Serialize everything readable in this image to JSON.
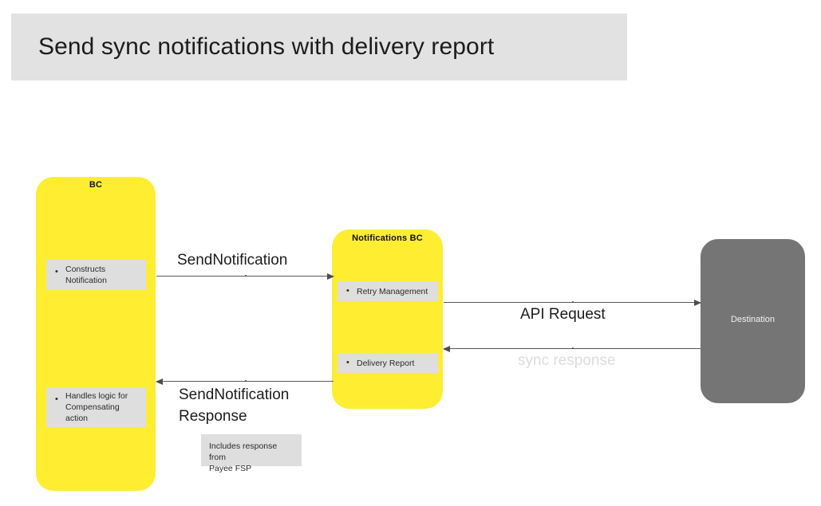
{
  "title": {
    "text": "Send sync notifications with delivery report",
    "banner_color": "#e2e2e2"
  },
  "colors": {
    "lane_yellow": "#ffed32",
    "lane_gray": "#757575",
    "subbox_gray": "#dedede",
    "arrow_gray": "#595959",
    "faded_label": "#dcdcdc"
  },
  "lanes": [
    {
      "id": "bc",
      "title": "BC",
      "fill": "#ffed32",
      "items": [
        {
          "bullet": "•",
          "text": "Constructs\nNotification"
        },
        {
          "bullet": "•",
          "text": "Handles logic for\nCompensating\naction"
        }
      ]
    },
    {
      "id": "notifications-bc",
      "title": "Notifications BC",
      "fill": "#ffed32",
      "items": [
        {
          "bullet": "•",
          "text": "Retry Management"
        },
        {
          "bullet": "•",
          "text": "Delivery Report"
        }
      ]
    },
    {
      "id": "destination",
      "title": "Destination",
      "fill": "#757575"
    }
  ],
  "arrows": [
    {
      "id": "send-notification",
      "label": "SendNotification",
      "direction": "right",
      "from": "bc",
      "to": "notifications-bc",
      "faded": false
    },
    {
      "id": "api-request",
      "label": "API  Request",
      "direction": "right",
      "from": "notifications-bc",
      "to": "destination",
      "faded": false
    },
    {
      "id": "sync-response",
      "label": "sync response",
      "direction": "left",
      "from": "destination",
      "to": "notifications-bc",
      "faded": true
    },
    {
      "id": "send-notification-response",
      "label": "SendNotification\nResponse",
      "direction": "left",
      "from": "notifications-bc",
      "to": "bc",
      "faded": false
    }
  ],
  "notes": [
    {
      "id": "payee-fsp-note",
      "text": "Includes response from\nPayee FSP"
    }
  ]
}
